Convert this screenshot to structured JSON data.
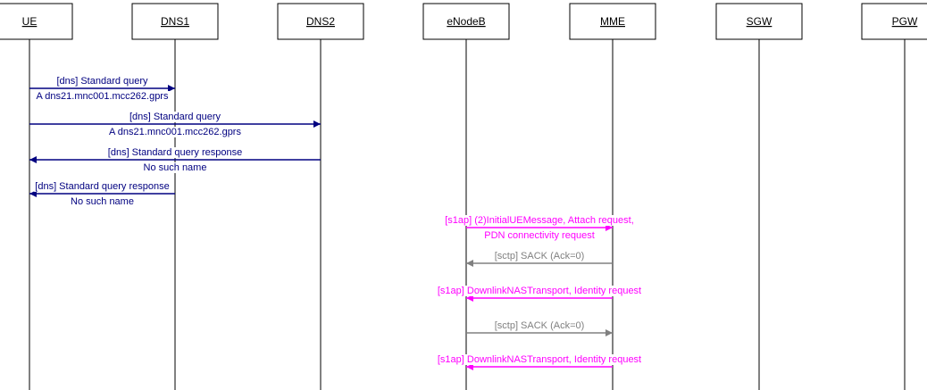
{
  "colors": {
    "dns": "#000080",
    "s1ap": "#ff00ff",
    "sctp": "#808080",
    "lifeline": "#000000",
    "box_border": "#000000",
    "box_fill": "#ffffff",
    "background": "#ffffff"
  },
  "entities": [
    {
      "id": "ue",
      "label": "UE"
    },
    {
      "id": "dns1",
      "label": "DNS1"
    },
    {
      "id": "dns2",
      "label": "DNS2"
    },
    {
      "id": "enodeb",
      "label": "eNodeB"
    },
    {
      "id": "mme",
      "label": "MME"
    },
    {
      "id": "sgw",
      "label": "SGW"
    },
    {
      "id": "pgw",
      "label": "PGW"
    }
  ],
  "messages": [
    {
      "from": "ue",
      "to": "dns1",
      "protocol": "dns",
      "lines": [
        "[dns] Standard query",
        "A dns21.mnc001.mcc262.gprs"
      ]
    },
    {
      "from": "ue",
      "to": "dns2",
      "protocol": "dns",
      "lines": [
        "[dns] Standard query",
        "A dns21.mnc001.mcc262.gprs"
      ]
    },
    {
      "from": "dns2",
      "to": "ue",
      "protocol": "dns",
      "lines": [
        "[dns] Standard query response",
        "No such name"
      ]
    },
    {
      "from": "dns1",
      "to": "ue",
      "protocol": "dns",
      "lines": [
        "[dns] Standard query response",
        "No such name"
      ]
    },
    {
      "from": "enodeb",
      "to": "mme",
      "protocol": "s1ap",
      "lines": [
        "[s1ap] (2)InitialUEMessage, Attach request,",
        "PDN connectivity request"
      ]
    },
    {
      "from": "mme",
      "to": "enodeb",
      "protocol": "sctp",
      "lines": [
        "[sctp] SACK (Ack=0)"
      ]
    },
    {
      "from": "mme",
      "to": "enodeb",
      "protocol": "s1ap",
      "lines": [
        "[s1ap] DownlinkNASTransport, Identity request"
      ]
    },
    {
      "from": "enodeb",
      "to": "mme",
      "protocol": "sctp",
      "lines": [
        "[sctp] SACK (Ack=0)"
      ]
    },
    {
      "from": "mme",
      "to": "enodeb",
      "protocol": "s1ap",
      "lines": [
        "[s1ap] DownlinkNASTransport, Identity request"
      ]
    }
  ]
}
